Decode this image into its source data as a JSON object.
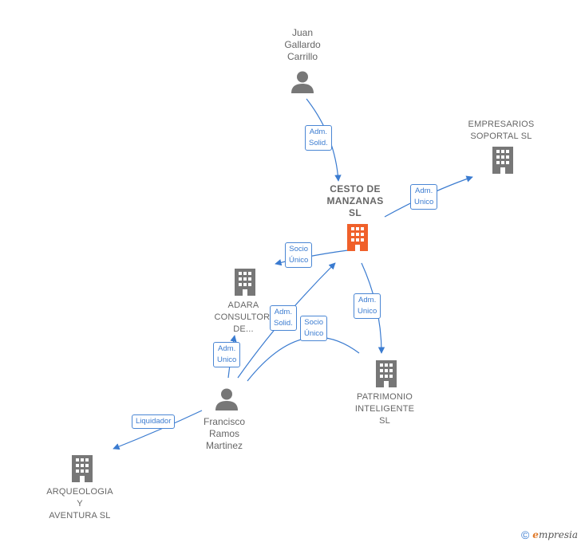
{
  "nodes": {
    "juan": {
      "lines": [
        "Juan",
        "Gallardo",
        "Carrillo"
      ],
      "type": "person"
    },
    "empresarios": {
      "lines": [
        "EMPRESARIOS",
        "SOPORTAL  SL"
      ],
      "type": "company"
    },
    "cesto": {
      "lines": [
        "CESTO DE",
        "MANZANAS",
        "SL"
      ],
      "type": "company-focus"
    },
    "adara": {
      "lines": [
        "ADARA",
        "CONSULTORI",
        "DE..."
      ],
      "type": "company"
    },
    "patrimonio": {
      "lines": [
        "PATRIMONIO",
        "INTELIGENTE",
        "SL"
      ],
      "type": "company"
    },
    "francisco": {
      "lines": [
        "Francisco",
        "Ramos",
        "Martinez"
      ],
      "type": "person"
    },
    "arqueologia": {
      "lines": [
        "ARQUEOLOGIA",
        "Y",
        "AVENTURA SL"
      ],
      "type": "company"
    }
  },
  "edge_labels": {
    "juan_cesto": [
      "Adm.",
      "Solid."
    ],
    "cesto_empresarios": [
      "Adm.",
      "Unico"
    ],
    "cesto_self": [
      "Socio",
      "Único"
    ],
    "cesto_patrimonio": [
      "Adm.",
      "Unico"
    ],
    "francisco_cesto": [
      "Adm.",
      "Solid."
    ],
    "francisco_patrimonio": [
      "Socio",
      "Único"
    ],
    "francisco_adara": [
      "Adm.",
      "Unico"
    ],
    "francisco_arqueologia": [
      "Liquidador"
    ]
  },
  "footer": {
    "copyright": "©",
    "brand_initial": "e",
    "brand_rest": "mpresia"
  },
  "colors": {
    "edge": "#3a7bd0",
    "icon": "#777777",
    "focus_icon": "#f0602a"
  }
}
